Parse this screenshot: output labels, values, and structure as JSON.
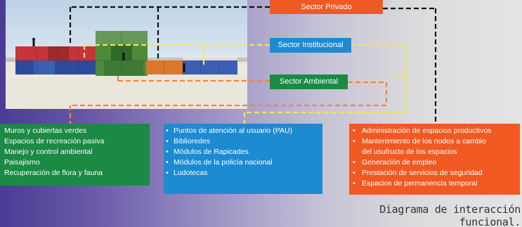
{
  "labels": {
    "privado": "Sector Privado",
    "institucional": "Sector Institucional",
    "ambiental": "Sector Ambiental"
  },
  "ambiental_list": [
    "Muros y cubiertas verdes",
    "Espacios de recreación pasiva",
    "Manejo y control ambiental",
    "Paisajismo",
    "Recuperación de flora y fauna"
  ],
  "institucional_list": [
    "Puntos de atención al usuario (PAU)",
    "Biblioredes",
    "Módulos de Rapicades",
    "Módulos de la policía nacional",
    "Ludotecas"
  ],
  "privado_list": [
    "Administración de espacios productivos",
    "Mantenimiento de los nodos a cambio",
    "del usufructo de los espacios",
    "Generación de empleo",
    "Prestación de servicios de seguridad",
    "Espacios de permanencia temporal"
  ],
  "caption": "Diagrama de interacción funcional.",
  "colors": {
    "privado": "#f05a22",
    "institucional": "#1c8bd2",
    "ambiental": "#1a8a45",
    "line_black": "#111111",
    "line_yellow": "#f2e84a",
    "line_orange": "#f0883a"
  }
}
